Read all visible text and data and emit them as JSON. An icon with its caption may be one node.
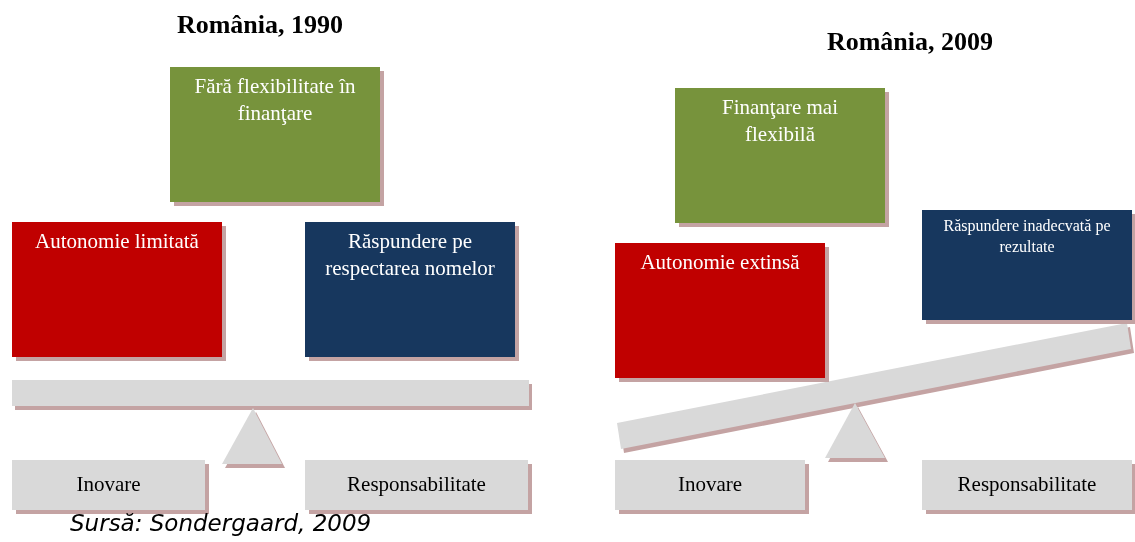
{
  "diagram": {
    "caption": "Sursă: Sondergaard, 2009",
    "nodes": [
      {
        "text": [
          "Fără flexibilitate în finanţare"
        ]
      },
      {
        "text": [
          "Autonomie limitată"
        ]
      },
      {
        "text": [
          "Răspundere pe respectarea nomelor"
        ]
      },
      {
        "text": [
          "Inovare"
        ]
      },
      {
        "text": [
          "Responsabilitate"
        ]
      },
      {
        "text": [
          "Finanţare mai flexibilă"
        ]
      },
      {
        "text": [
          "Autonomie extinsă"
        ]
      },
      {
        "text": [
          "Răspundere inadecvată pe rezultate"
        ]
      },
      {
        "text": [
          "Inovare"
        ]
      },
      {
        "text": [
          "Responsabilitate"
        ]
      }
    ],
    "edges": [],
    "labels": [
      "România, 1990",
      "România, 2009"
    ]
  }
}
